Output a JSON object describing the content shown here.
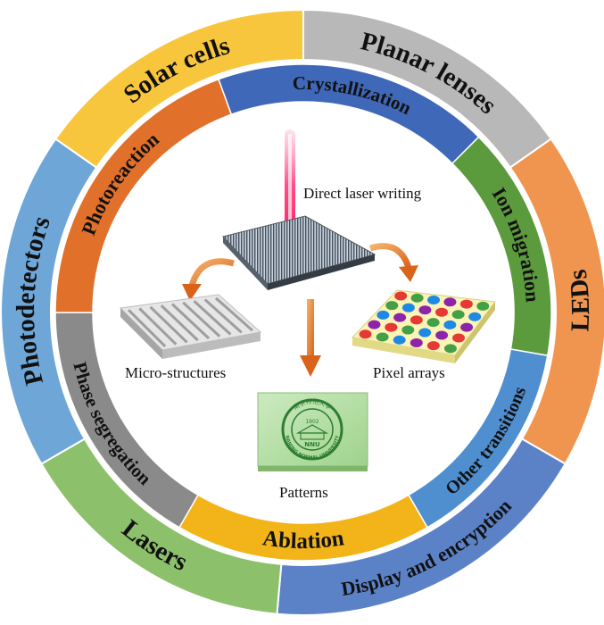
{
  "outer_ring": [
    {
      "label": "Planar lenses",
      "color": "#b8b8b8"
    },
    {
      "label": "LEDs",
      "color": "#f0954f"
    },
    {
      "label": "Display and encryption",
      "color": "#5b82c7"
    },
    {
      "label": "Lasers",
      "color": "#8cc06a"
    },
    {
      "label": "Photodetectors",
      "color": "#6ea6d8"
    },
    {
      "label": "Solar cells",
      "color": "#f8c63c"
    }
  ],
  "inner_ring": [
    {
      "label": "Crystallization",
      "color": "#3f68b8"
    },
    {
      "label": "Ion migration",
      "color": "#5c9a3e"
    },
    {
      "label": "Other transitions",
      "color": "#4f8fd0"
    },
    {
      "label": "Ablation",
      "color": "#f2b418"
    },
    {
      "label": "Phase segregation",
      "color": "#8a8a8a"
    },
    {
      "label": "Photoreaction",
      "color": "#e0702a"
    }
  ],
  "center": {
    "laser_label": "Direct laser writing",
    "micro_label": "Micro-structures",
    "pixel_label": "Pixel arrays",
    "pattern_label": "Patterns",
    "logo_text_top": "南京师范大学",
    "logo_year": "1902",
    "logo_abbrev": "NNU",
    "logo_text_bottom": "NANJING NORMAL UNIVERSITY"
  },
  "pixel_colors": [
    "#e53935",
    "#43a047",
    "#1e88e5",
    "#8e24aa"
  ]
}
